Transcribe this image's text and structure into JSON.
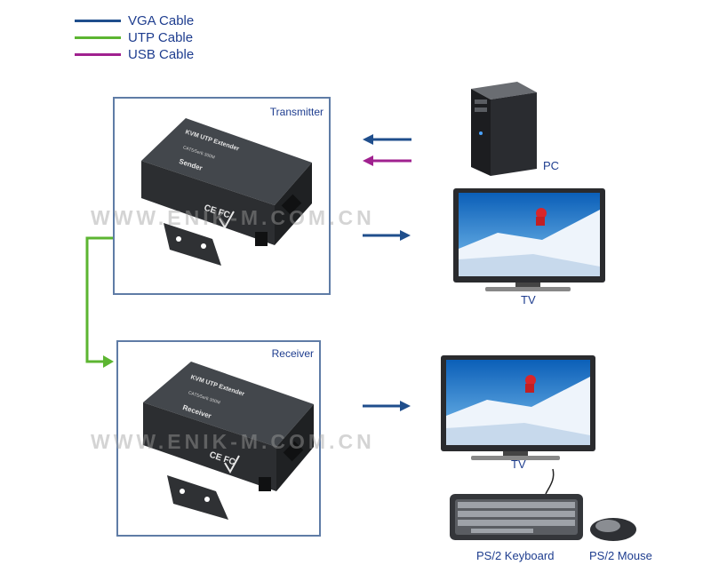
{
  "legend": [
    {
      "label": "VGA Cable",
      "color": "#1f4e8c"
    },
    {
      "label": "UTP Cable",
      "color": "#5cb531"
    },
    {
      "label": "USB Cable",
      "color": "#a0218f"
    }
  ],
  "transmitter": {
    "title": "Transmitter",
    "device": {
      "line1": "KVM UTP Extender",
      "line2": "CAT5/5e/6 300M",
      "line3": "Sender",
      "marks": "CE FC"
    }
  },
  "receiver": {
    "title": "Receiver",
    "device": {
      "line1": "KVM UTP Extender",
      "line2": "CAT5/5e/6 300M",
      "line3": "Receiver",
      "marks": "CE FC"
    }
  },
  "captions": {
    "pc": "PC",
    "tv1": "TV",
    "tv2": "TV",
    "keyboard": "PS/2 Keyboard",
    "mouse": "PS/2 Mouse"
  },
  "watermark": "WWW.ENIK-M.COM.CN",
  "colors": {
    "vga": "#1f4e8c",
    "utp": "#5cb531",
    "usb": "#a0218f",
    "border": "#5f7ca6",
    "text": "#1e3d8f"
  }
}
